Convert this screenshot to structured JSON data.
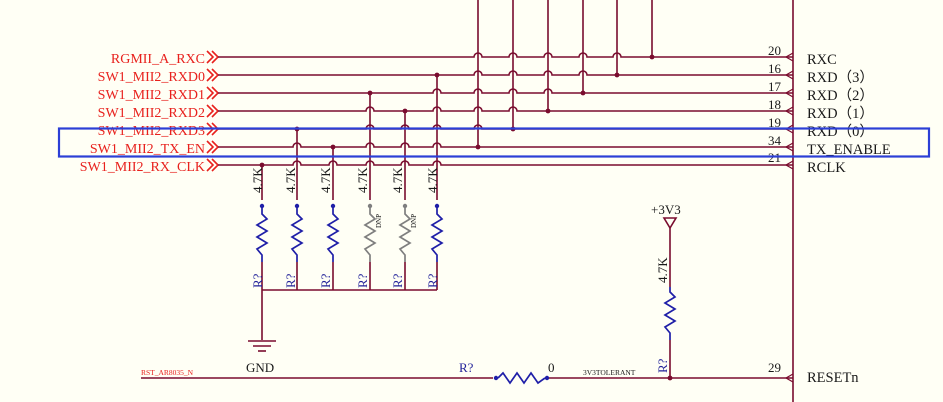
{
  "colors": {
    "background": "#FFFFF5",
    "wire": "#7A0C2E",
    "net_label": "#E8211D",
    "resistor": "#1F1FA8",
    "dnp_resistor": "#7F7F7F",
    "highlight": "#2C3FD6",
    "component_body": "#7A0C2E",
    "text": "#1A1A1A"
  },
  "net_labels": [
    "RGMII_A_RXC",
    "SW1_MII2_RXD0",
    "SW1_MII2_RXD1",
    "SW1_MII2_RXD2",
    "SW1_MII2_RXD3",
    "SW1_MII2_TX_EN",
    "SW1_MII2_RX_CLK"
  ],
  "pins": [
    {
      "number": "20",
      "name": "RXC"
    },
    {
      "number": "16",
      "name": "RXD（3）"
    },
    {
      "number": "17",
      "name": "RXD（2）"
    },
    {
      "number": "18",
      "name": "RXD（1）"
    },
    {
      "number": "19",
      "name": "RXD（0）"
    },
    {
      "number": "34",
      "name": "TX_ENABLE"
    },
    {
      "number": "21",
      "name": "RCLK"
    }
  ],
  "pulldowns": [
    {
      "value": "4.7K",
      "ref": "R?",
      "dnp": false
    },
    {
      "value": "4.7K",
      "ref": "R?",
      "dnp": false
    },
    {
      "value": "4.7K",
      "ref": "R?",
      "dnp": false
    },
    {
      "value": "4.7K",
      "ref": "R?",
      "dnp": true,
      "dnp_label": "DNP"
    },
    {
      "value": "4.7K",
      "ref": "R?",
      "dnp": true,
      "dnp_label": "DNP"
    },
    {
      "value": "4.7K",
      "ref": "R?",
      "dnp": false
    }
  ],
  "ground_label": "GND",
  "power_label": "+3V3",
  "pullup": {
    "value": "4.7K",
    "ref": "R?"
  },
  "series_resistor": {
    "ref": "R?",
    "value": "0"
  },
  "reset": {
    "net_label": "RST_AR8035_N",
    "tolerance_label": "3V3TOLERANT",
    "pin_number": "29",
    "pin_name": "RESETn"
  }
}
